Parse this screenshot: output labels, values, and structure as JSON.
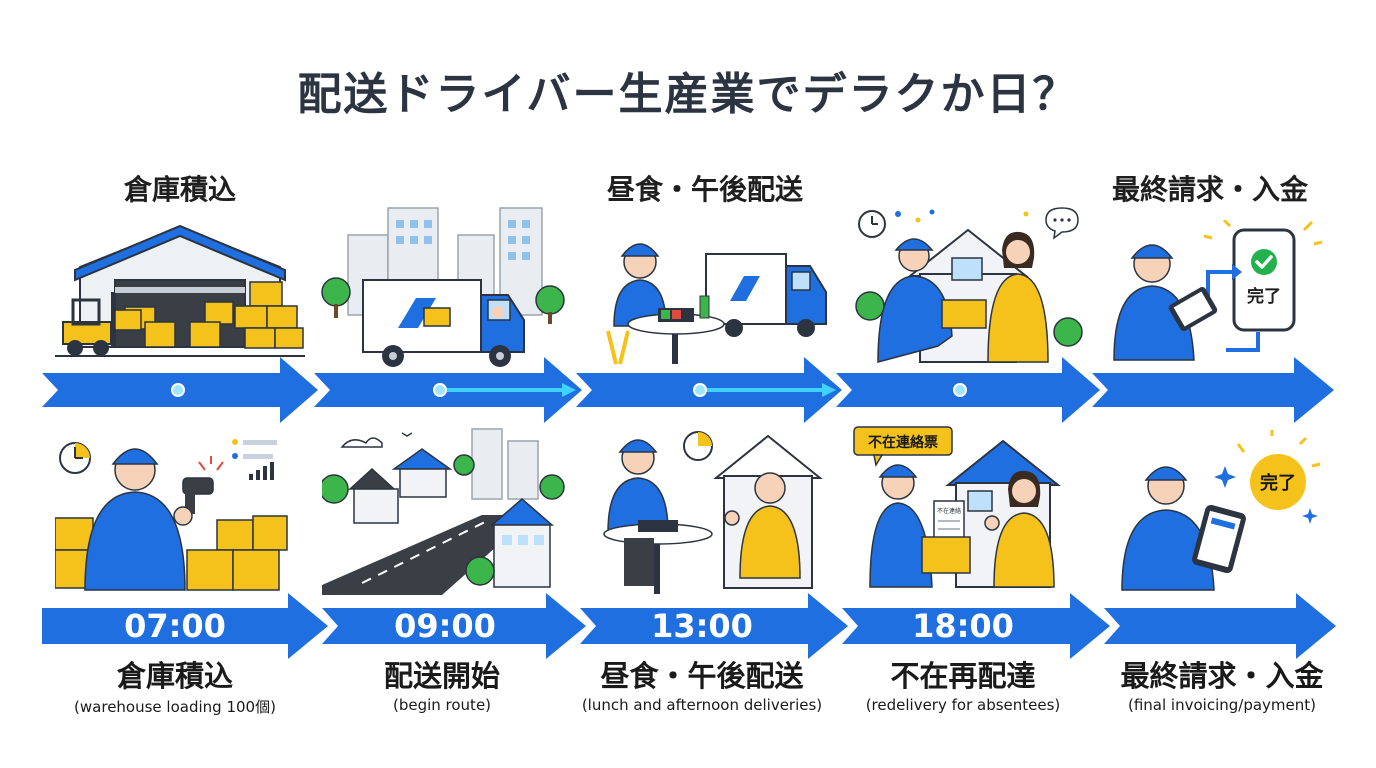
{
  "title": "配送ドライバー生産業でデラクか日？",
  "top_labels": [
    "倉庫積込",
    "昼食・午後配送",
    "最終請求・入金"
  ],
  "badges": {
    "done_top": "完了",
    "absent_notice": "不在連絡票",
    "absent_slip": "不在連絡",
    "done_bottom": "完了"
  },
  "timeline": [
    {
      "time": "07:00",
      "label": "倉庫積込",
      "sub": "(warehouse loading 100個)"
    },
    {
      "time": "09:00",
      "label": "配送開始",
      "sub": "(begin route)"
    },
    {
      "time": "13:00",
      "label": "昼食・午後配送",
      "sub": "(lunch and afternoon deliveries)"
    },
    {
      "time": "18:00",
      "label": "不在再配達",
      "sub": "(redelivery for absentees)"
    },
    {
      "time": "",
      "label": "最終請求・入金",
      "sub": "(final invoicing/payment)"
    }
  ],
  "colors": {
    "blue": "#1f6fe0",
    "dark_blue": "#1a55b8",
    "yellow": "#f5c21b",
    "gray": "#dfe3e8",
    "cyan": "#3fd2ff",
    "green": "#22b14c"
  }
}
